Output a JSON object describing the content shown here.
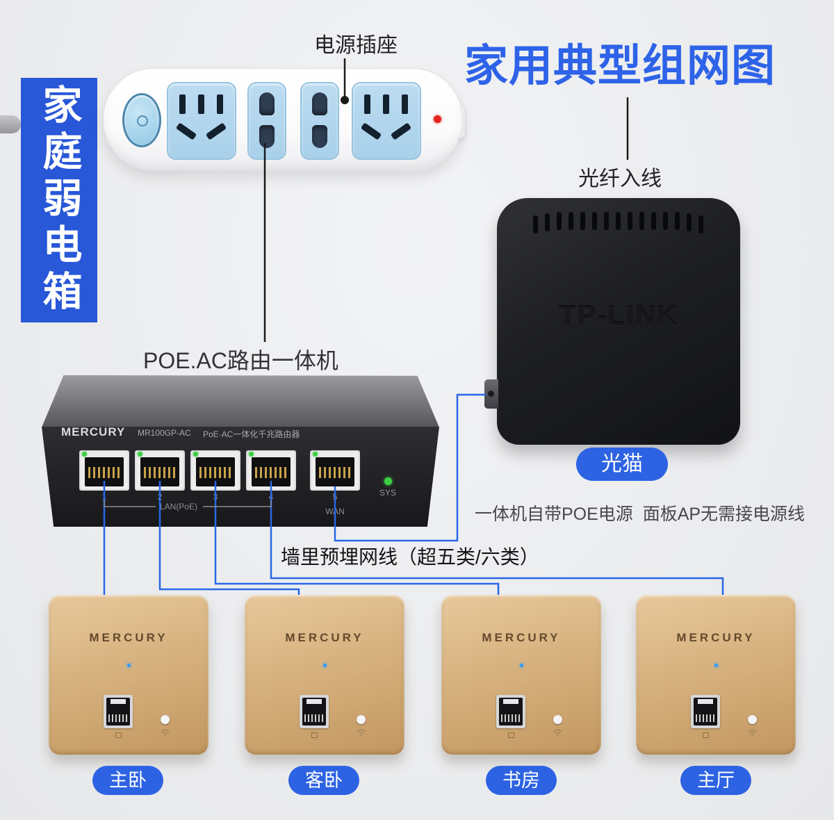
{
  "title": {
    "text": "家用典型组网图"
  },
  "banner": {
    "text": "家庭弱电箱"
  },
  "power_strip": {
    "label": "电源插座"
  },
  "router": {
    "label": "POE.AC路由一体机",
    "brand": "MERCURY",
    "model": "MR100GP-AC",
    "desc": "PoE·AC一体化千兆路由器",
    "ports": [
      "1",
      "2",
      "3",
      "4",
      "5"
    ],
    "lan_label": "LAN(PoE)",
    "wan_label": "WAN",
    "sys_label": "SYS"
  },
  "modem": {
    "fiber_label": "光纤入线",
    "brand": "TP-LINK",
    "tag": "光猫"
  },
  "notes": {
    "poe": "一体机自带POE电源  面板AP无需接电源线",
    "cable": "墙里预埋网线（超五类/六类）"
  },
  "panels": {
    "brand": "MERCURY",
    "items": [
      {
        "room": "主卧"
      },
      {
        "room": "客卧"
      },
      {
        "room": "书房"
      },
      {
        "room": "主厅"
      }
    ]
  },
  "colors": {
    "accent_blue": "#2d63e3",
    "banner_blue": "#2857d8",
    "line_blue": "#2867e8",
    "label_black": "#1a1a1a",
    "panel_gold": "#d4ae7c"
  },
  "icons": {
    "strip_indicator": "red-dot",
    "router_port_led": "green-dot",
    "router_sys_led": "green-dot",
    "panel_led": "blue-dot",
    "panel_wifi": "wifi-arcs",
    "panel_ethernet": "ethernet-port"
  }
}
